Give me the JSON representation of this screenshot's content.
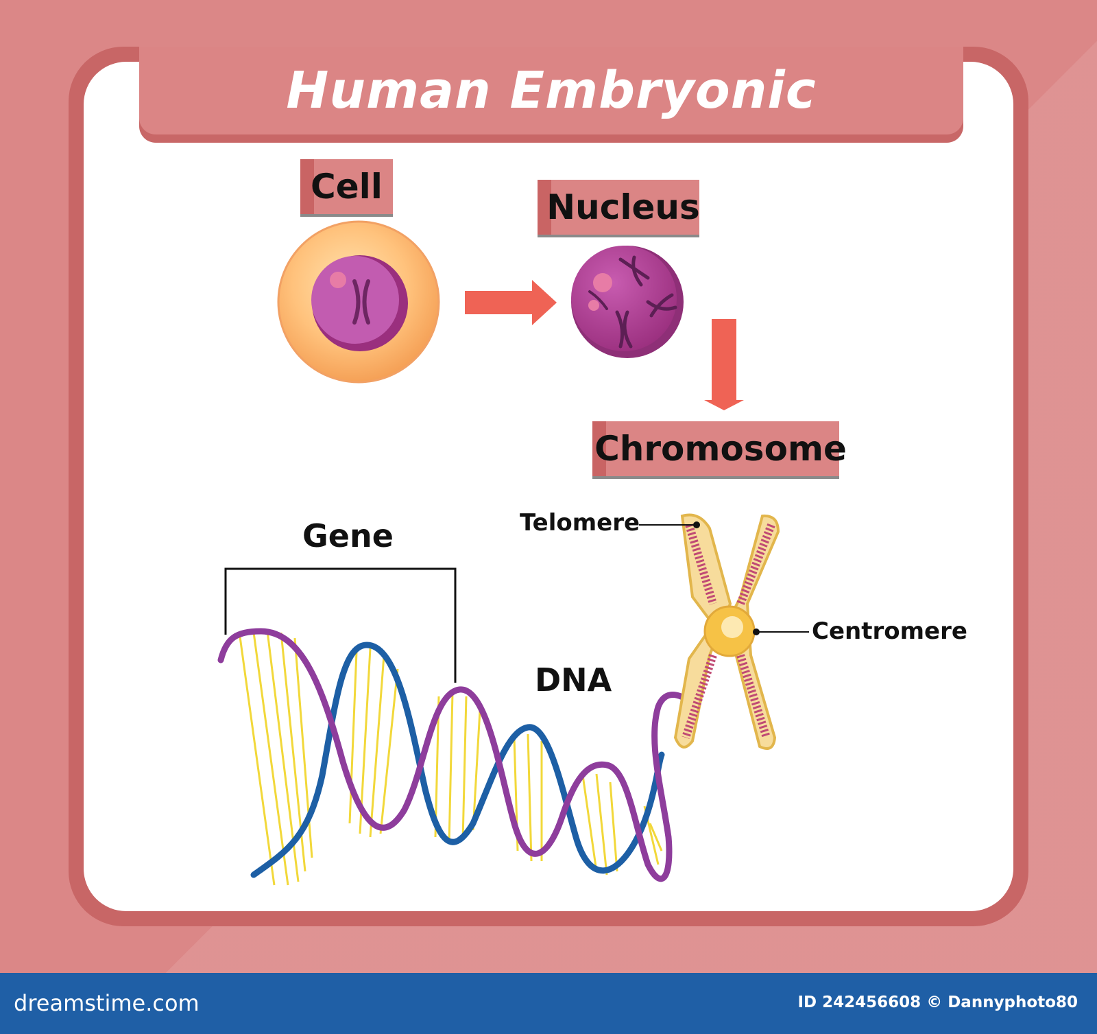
{
  "title": "Human Embryonic Development",
  "labels": {
    "cell": "Cell",
    "nucleus": "Nucleus",
    "chromosome": "Chromosome",
    "gene": "Gene",
    "dna": "DNA",
    "telomere": "Telomere",
    "centromere": "Centromere"
  },
  "footer": {
    "brand": "dreamstime.com",
    "id_credit": "ID 242456608 © Dannyphoto80"
  },
  "colors": {
    "background": "#db8787",
    "frame": "#c86666",
    "label_fill": "#db8585",
    "arrow": "#ef6355",
    "dna_purple": "#8e3d9c",
    "dna_blue": "#1d5fa5",
    "dna_rungs": "#f2d83a",
    "footer": "#1f5fa6"
  }
}
